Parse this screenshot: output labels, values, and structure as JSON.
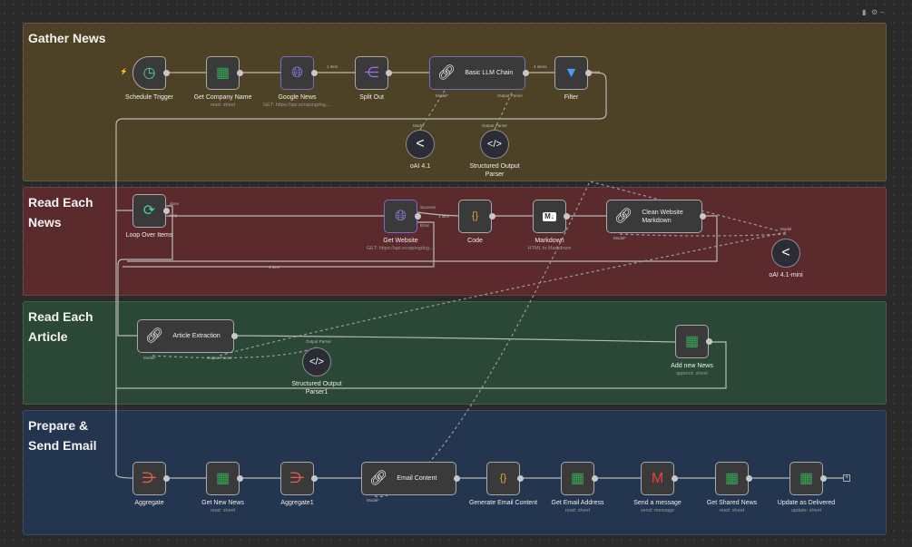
{
  "toolbar": {
    "icons": [
      "trash-icon",
      "settings-icon",
      "minimize-icon"
    ]
  },
  "sections": [
    {
      "id": "gather",
      "title": "Gather News",
      "color": "#4d4225"
    },
    {
      "id": "readnews",
      "title": "Read Each News",
      "color": "#5b2a2d"
    },
    {
      "id": "readarticle",
      "title": "Read Each Article",
      "color": "#2a4835"
    },
    {
      "id": "email",
      "title": "Prepare & Send Email",
      "color": "#243550"
    }
  ],
  "nodes": [
    {
      "id": "trigger",
      "title": "Schedule Trigger",
      "icon": "clock-icon",
      "glyph": "◷",
      "color": "#4fd1a5"
    },
    {
      "id": "company",
      "title": "Get Company Name",
      "subtitle": "read: sheet",
      "icon": "google-sheets-icon",
      "glyph": "▦",
      "color": "#34a853"
    },
    {
      "id": "gnews",
      "title": "Google News",
      "subtitle": "GET: https://api.scrapingdog....",
      "icon": "globe-icon",
      "glyph": "🌐︎",
      "color": "#8f83e8"
    },
    {
      "id": "split",
      "title": "Split Out",
      "icon": "split-icon",
      "glyph": "⋲",
      "color": "#a070e0"
    },
    {
      "id": "llm",
      "title": "Basic LLM Chain",
      "icon": "link-icon",
      "glyph": "🔗︎",
      "color": "#ffffff"
    },
    {
      "id": "filter",
      "title": "Filter",
      "icon": "filter-icon",
      "glyph": "▼",
      "color": "#4a9cf0"
    },
    {
      "id": "oai1",
      "title": "oAI 4.1",
      "icon": "openai-icon",
      "glyph": "<",
      "color": "#ffffff"
    },
    {
      "id": "sop",
      "title": "Structured Output Parser",
      "icon": "code-icon",
      "glyph": "</>",
      "color": "#ffffff"
    },
    {
      "id": "loop",
      "title": "Loop Over Items",
      "icon": "loop-icon",
      "glyph": "⟳",
      "color": "#4fd1a5"
    },
    {
      "id": "website",
      "title": "Get Website",
      "subtitle": "GET: https://api.scrapingdog....",
      "icon": "globe-icon",
      "glyph": "🌐︎",
      "color": "#8f83e8"
    },
    {
      "id": "code",
      "title": "Code",
      "icon": "braces-icon",
      "glyph": "{}",
      "color": "#f0a030"
    },
    {
      "id": "markdown",
      "title": "Markdown",
      "subtitle": "HTML to Markdown",
      "icon": "markdown-icon",
      "glyph": "M↓",
      "color": "#ffffff"
    },
    {
      "id": "clean",
      "title": "Clean Website Markdown",
      "icon": "link-icon",
      "glyph": "🔗︎",
      "color": "#ffffff"
    },
    {
      "id": "oai2",
      "title": "oAI 4.1-mini",
      "icon": "openai-icon",
      "glyph": "<",
      "color": "#ffffff"
    },
    {
      "id": "article",
      "title": "Article Extraction",
      "icon": "link-icon",
      "glyph": "🔗︎",
      "color": "#ffffff"
    },
    {
      "id": "sop1",
      "title": "Structured Output Parser1",
      "icon": "code-icon",
      "glyph": "</>",
      "color": "#ffffff"
    },
    {
      "id": "addnews",
      "title": "Add new News",
      "subtitle": "append: sheet",
      "icon": "google-sheets-icon",
      "glyph": "▦",
      "color": "#34a853"
    },
    {
      "id": "agg",
      "title": "Aggregate",
      "icon": "aggregate-icon",
      "glyph": "⋺",
      "color": "#e8604a"
    },
    {
      "id": "getnew",
      "title": "Get New News",
      "subtitle": "read: sheet",
      "icon": "google-sheets-icon",
      "glyph": "▦",
      "color": "#34a853"
    },
    {
      "id": "agg1",
      "title": "Aggregate1",
      "icon": "aggregate-icon",
      "glyph": "⋺",
      "color": "#e8604a"
    },
    {
      "id": "emailc",
      "title": "Email Content",
      "icon": "link-icon",
      "glyph": "🔗︎",
      "color": "#ffffff"
    },
    {
      "id": "gen",
      "title": "Generate Email Content",
      "icon": "braces-icon",
      "glyph": "{}",
      "color": "#f0a030"
    },
    {
      "id": "getemail",
      "title": "Get Email Address",
      "subtitle": "read: sheet",
      "icon": "google-sheets-icon",
      "glyph": "▦",
      "color": "#34a853"
    },
    {
      "id": "send",
      "title": "Send a message",
      "subtitle": "send: message",
      "icon": "gmail-icon",
      "glyph": "M",
      "color": "#ea4335"
    },
    {
      "id": "shared",
      "title": "Get Shared News",
      "subtitle": "read: sheet",
      "icon": "google-sheets-icon",
      "glyph": "▦",
      "color": "#34a853"
    },
    {
      "id": "update",
      "title": "Update as Delivered",
      "subtitle": "update: sheet",
      "icon": "google-sheets-icon",
      "glyph": "▦",
      "color": "#34a853"
    }
  ],
  "edge_labels": [
    {
      "id": "e1",
      "text": "1 item"
    },
    {
      "id": "e2",
      "text": "4 items"
    },
    {
      "id": "e3",
      "text": "Kept"
    },
    {
      "id": "e4",
      "text": "done"
    },
    {
      "id": "e5",
      "text": "loop"
    },
    {
      "id": "e6",
      "text": "Success"
    },
    {
      "id": "e7",
      "text": "Error"
    },
    {
      "id": "e8",
      "text": "1 item"
    },
    {
      "id": "e9",
      "text": "1 item"
    },
    {
      "id": "p1",
      "text": "Model*"
    },
    {
      "id": "p2",
      "text": "Output Parser"
    },
    {
      "id": "p3",
      "text": "Model"
    },
    {
      "id": "p4",
      "text": "Output Parser"
    },
    {
      "id": "p5",
      "text": "Model*"
    },
    {
      "id": "p6",
      "text": "Model"
    },
    {
      "id": "p7",
      "text": "Model*"
    },
    {
      "id": "p8",
      "text": "Output Parser"
    },
    {
      "id": "p9",
      "text": "Output Parser"
    },
    {
      "id": "p10",
      "text": "Model*"
    }
  ]
}
